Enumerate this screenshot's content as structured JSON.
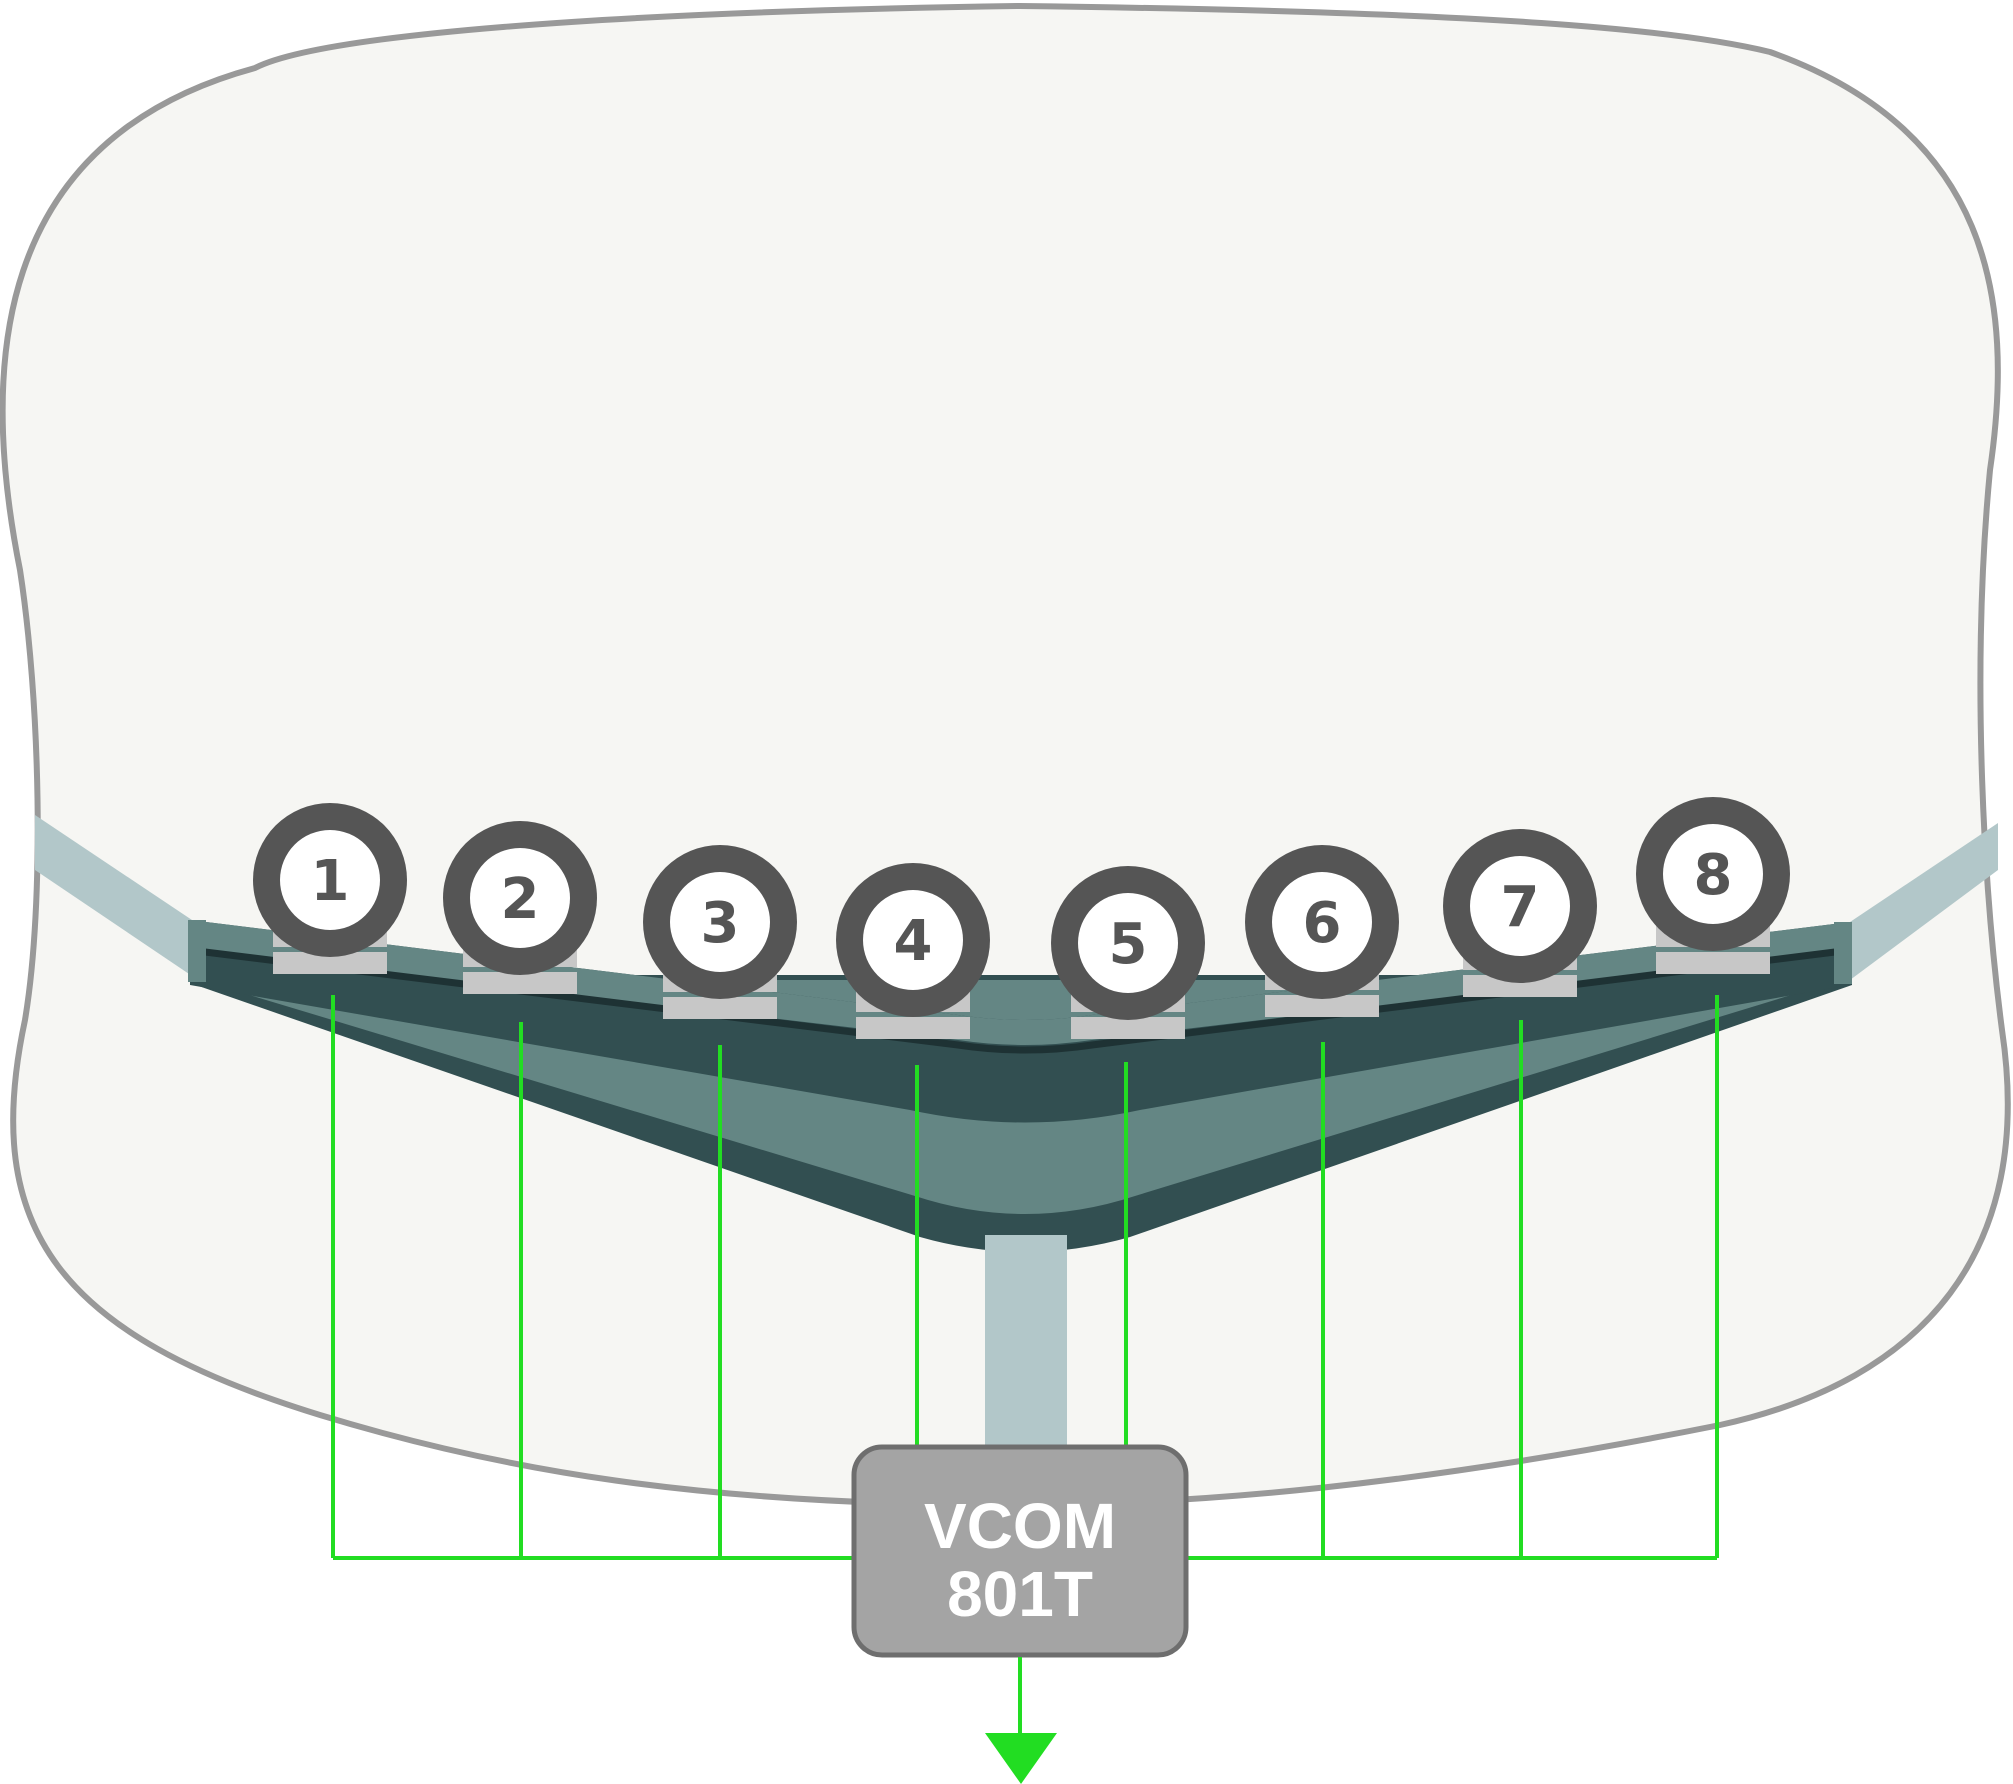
{
  "colors": {
    "outline": "#999999",
    "background": "#f6f6f3",
    "belt_dark": "#324f51",
    "belt_mid": "#648684",
    "belt_light": "#b2c7c9",
    "electrode": "#c7c7c7",
    "marker_ring": "#555555",
    "wire": "#22dd22",
    "device_fill": "#a4a4a4",
    "device_border": "#6e6e6e"
  },
  "icons": {
    "electrode": "numbered-circle-electrode-icon",
    "ground": "down-triangle-arrow-icon"
  },
  "electrodes": [
    {
      "label": "1"
    },
    {
      "label": "2"
    },
    {
      "label": "3"
    },
    {
      "label": "4"
    },
    {
      "label": "5"
    },
    {
      "label": "6"
    },
    {
      "label": "7"
    },
    {
      "label": "8"
    }
  ],
  "device": {
    "line1": "VCOM",
    "line2": "801T"
  }
}
